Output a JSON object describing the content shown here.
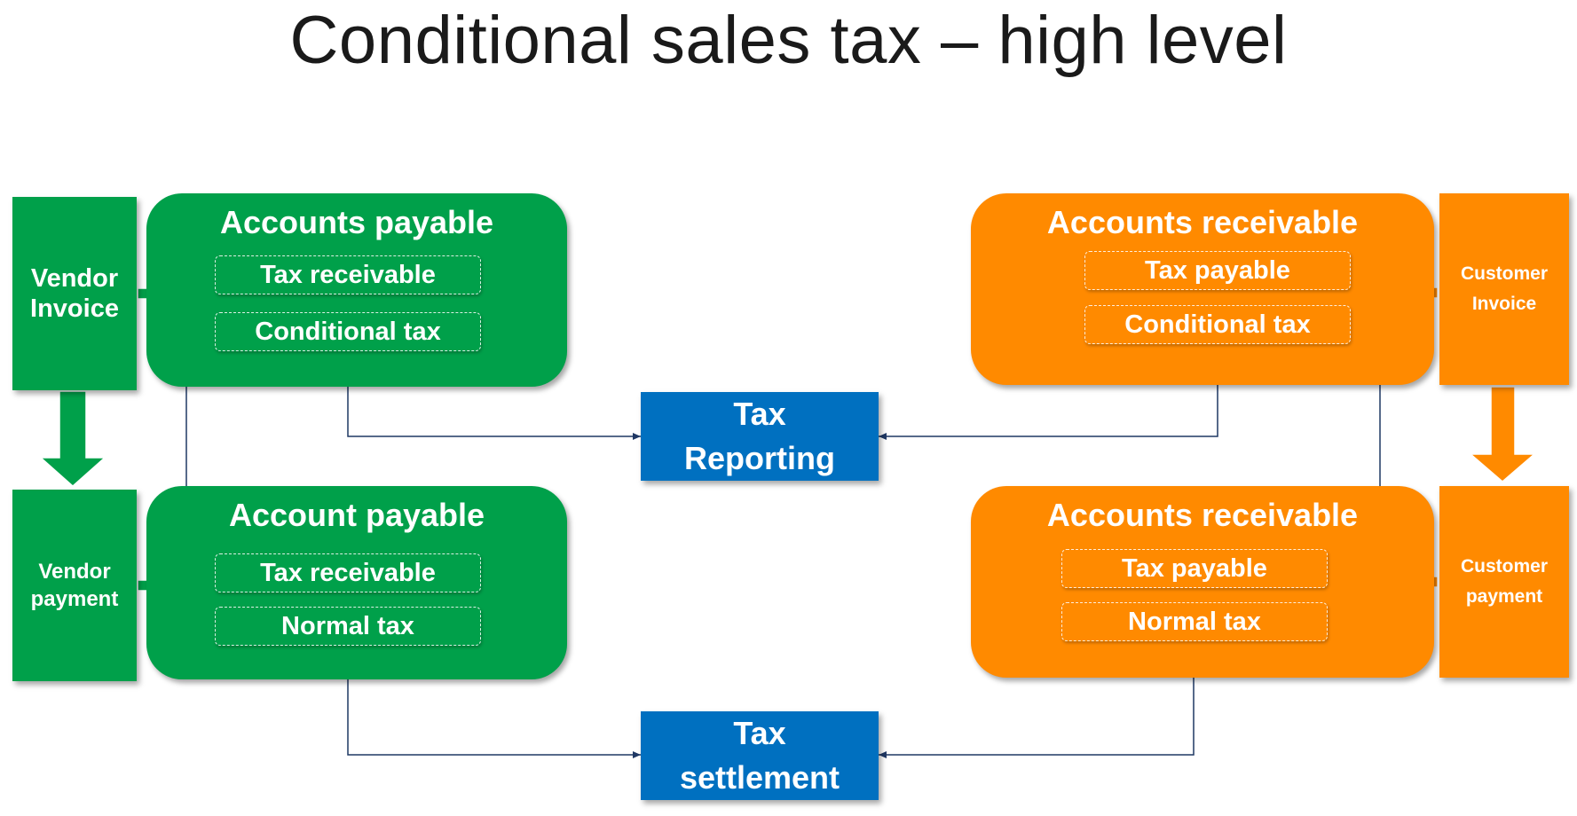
{
  "title": "Conditional sales tax – high level",
  "colors": {
    "green": "#00a04a",
    "orange": "#ff8a00",
    "blue": "#0070c0",
    "line": "#1f3864"
  },
  "ap_invoice": {
    "side_line1": "Vendor",
    "side_line2": "Invoice",
    "panel_title": "Accounts payable",
    "item1": "Tax receivable",
    "item2": "Conditional tax"
  },
  "ap_payment": {
    "side_line1": "Vendor",
    "side_line2": "payment",
    "panel_title": "Account payable",
    "item1": "Tax receivable",
    "item2": "Normal tax"
  },
  "ar_invoice": {
    "side_line1": "Customer",
    "side_line2": "Invoice",
    "panel_title": "Accounts receivable",
    "item1": "Tax payable",
    "item2": "Conditional tax"
  },
  "ar_payment": {
    "side_line1": "Customer",
    "side_line2": "payment",
    "panel_title": "Accounts receivable",
    "item1": "Tax payable",
    "item2": "Normal tax"
  },
  "tax_reporting": {
    "line1": "Tax",
    "line2": "Reporting"
  },
  "tax_settlement": {
    "line1": "Tax",
    "line2": "settlement"
  }
}
